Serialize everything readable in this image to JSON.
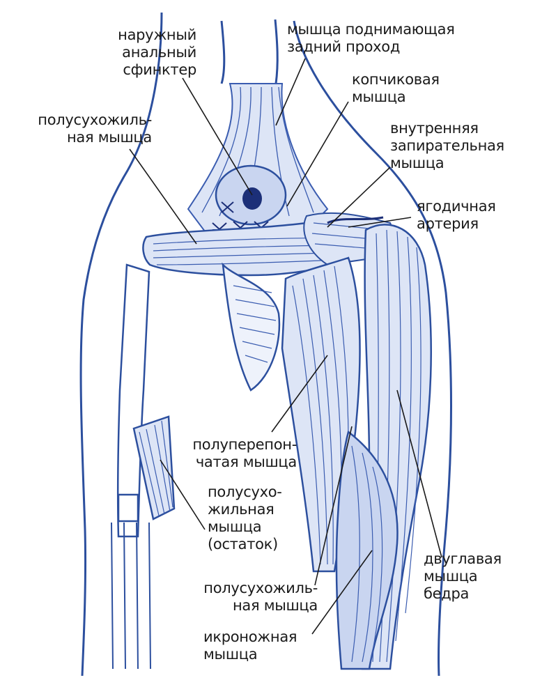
{
  "colors": {
    "outline": "#2c4f9e",
    "muscle_fill": "#dde5f6",
    "muscle_stroke": "#3a5cb0",
    "dark_blue": "#1c2f78",
    "leader": "#1a1a1a",
    "text": "#1a1a1a"
  },
  "labels": {
    "external_anal_sphincter": "наружный\nанальный\nсфинктер",
    "levator_ani": "мышца поднимающая\nзадний проход",
    "coccygeus": "копчиковая\nмышца",
    "semitendinosus_top": "полусухожиль-\nная мышца",
    "obturator_internus": "внутренняя\nзапирательная\nмышца",
    "gluteal_artery": "ягодичная\nартерия",
    "semimembranosus": "полуперепон-\nчатая мышца",
    "semitendinosus_remnant": "полусухо-\nжильная\nмышца\n(остаток)",
    "semitendinosus_bottom": "полусухожиль-\nная мышца",
    "gastrocnemius": "икроножная\nмышца",
    "biceps_femoris": "двуглавая\nмышца\nбедра"
  }
}
